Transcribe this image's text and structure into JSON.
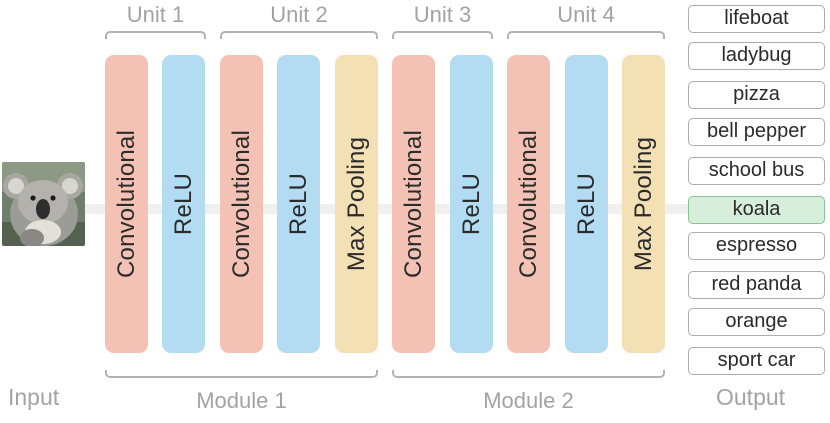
{
  "input_label": "Input",
  "output_label": "Output",
  "units": [
    "Unit 1",
    "Unit 2",
    "Unit 3",
    "Unit 4"
  ],
  "modules": [
    "Module 1",
    "Module 2"
  ],
  "layers": [
    {
      "label": "Convolutional",
      "kind": "conv"
    },
    {
      "label": "ReLU",
      "kind": "relu"
    },
    {
      "label": "Convolutional",
      "kind": "conv"
    },
    {
      "label": "ReLU",
      "kind": "relu"
    },
    {
      "label": "Max Pooling",
      "kind": "pool"
    },
    {
      "label": "Convolutional",
      "kind": "conv"
    },
    {
      "label": "ReLU",
      "kind": "relu"
    },
    {
      "label": "Convolutional",
      "kind": "conv"
    },
    {
      "label": "ReLU",
      "kind": "relu"
    },
    {
      "label": "Max Pooling",
      "kind": "pool"
    }
  ],
  "outputs": [
    "lifeboat",
    "ladybug",
    "pizza",
    "bell pepper",
    "school bus",
    "koala",
    "espresso",
    "red panda",
    "orange",
    "sport car"
  ],
  "highlighted_output": "koala",
  "colors": {
    "conv": "#f4c2b5",
    "relu": "#b3dcf2",
    "pool": "#f3e1b5",
    "highlight": "#d7eedb"
  }
}
